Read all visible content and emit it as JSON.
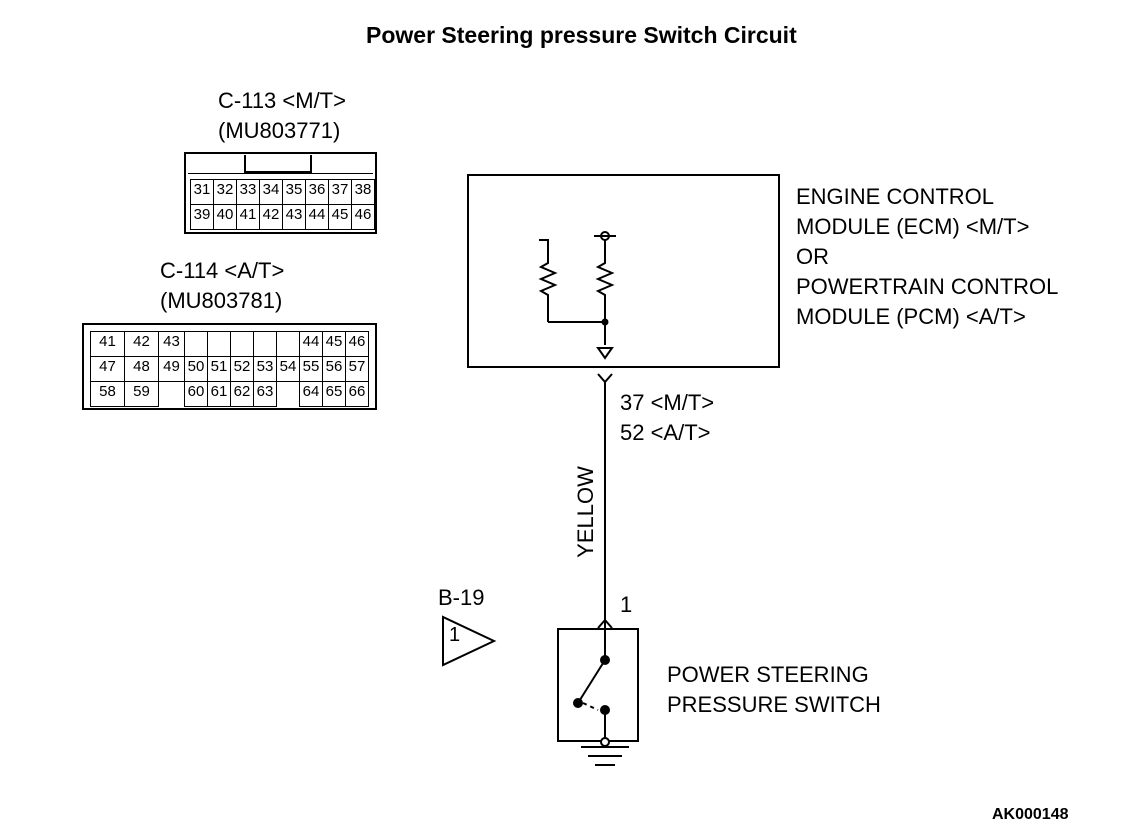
{
  "title": "Power Steering pressure Switch Circuit",
  "connector_113": {
    "id": "C-113 <M/T>",
    "part": "(MU803771)",
    "row1": [
      "31",
      "32",
      "33",
      "34",
      "35",
      "36",
      "37",
      "38"
    ],
    "row2": [
      "39",
      "40",
      "41",
      "42",
      "43",
      "44",
      "45",
      "46"
    ]
  },
  "connector_114": {
    "id": "C-114 <A/T>",
    "part": "(MU803781)",
    "row1": [
      "41",
      "42",
      "43",
      "",
      "",
      "",
      "",
      "",
      "44",
      "45",
      "46"
    ],
    "row2": [
      "47",
      "48",
      "49",
      "50",
      "51",
      "52",
      "53",
      "54",
      "55",
      "56",
      "57"
    ],
    "row3": [
      "58",
      "59",
      "",
      "60",
      "61",
      "62",
      "63",
      "",
      "64",
      "65",
      "66"
    ]
  },
  "ecm": {
    "line1": "ENGINE CONTROL",
    "line2": "MODULE (ECM) <M/T>",
    "line3": "OR",
    "line4": "POWERTRAIN CONTROL",
    "line5": "MODULE (PCM) <A/T>"
  },
  "terminal": {
    "line1": "37 <M/T>",
    "line2": "52 <A/T>"
  },
  "wire_color": "YELLOW",
  "switch_pin": "1",
  "connector_b19": {
    "id": "B-19",
    "pin": "1"
  },
  "switch": {
    "line1": "POWER STEERING",
    "line2": "PRESSURE SWITCH"
  },
  "doc_id": "AK000148"
}
